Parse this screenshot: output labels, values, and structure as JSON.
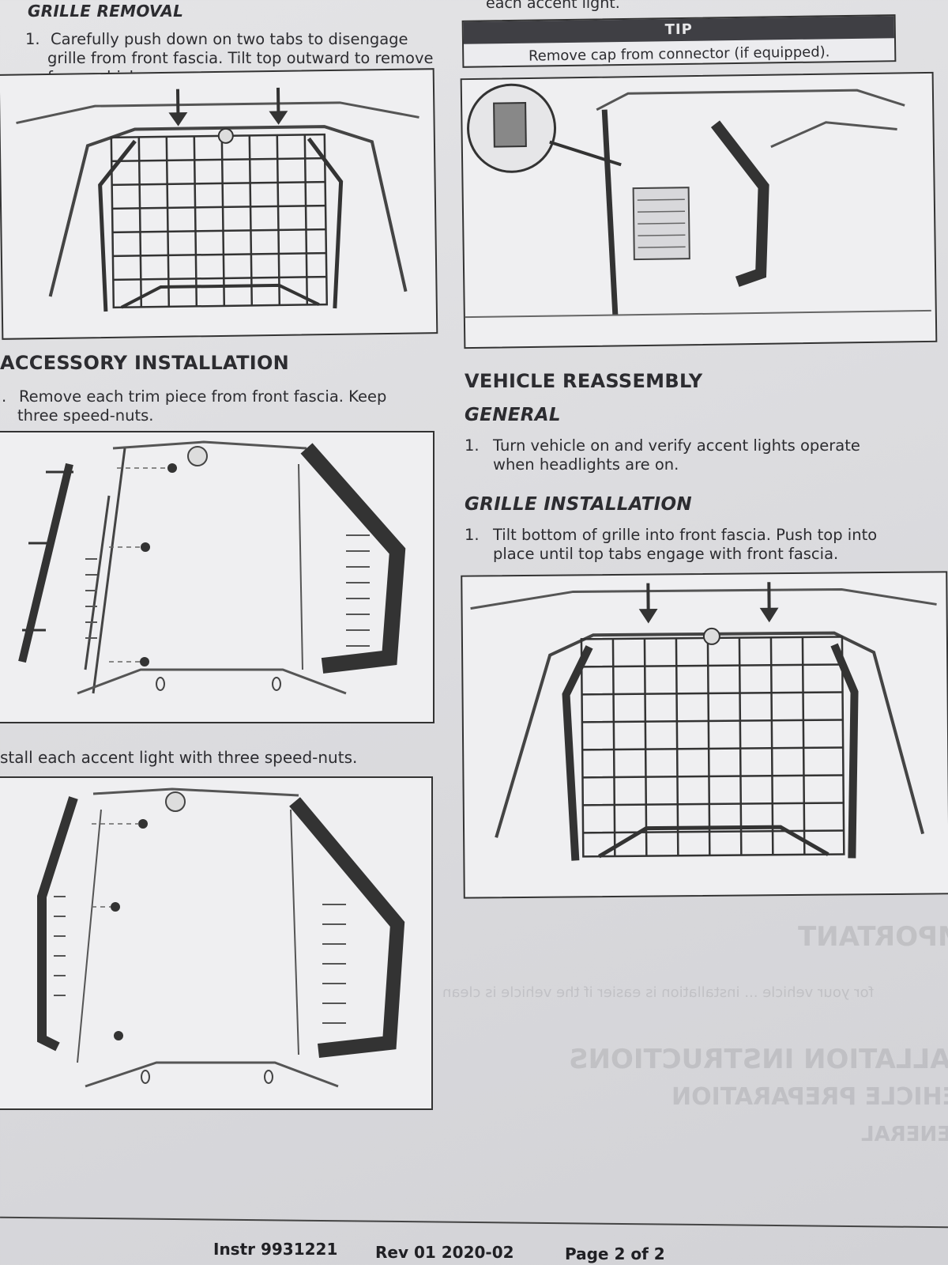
{
  "top_right_fragment": "each accent light.",
  "tip": {
    "label": "TIP",
    "text": "Remove cap from connector (if equipped)."
  },
  "grille_removal": {
    "heading": "GRILLE REMOVAL",
    "step_num": "1.",
    "step_line1": "Carefully push down on two tabs to disengage",
    "step_line2": "grille from front fascia. Tilt top outward to remove",
    "step_line3": "from vehicle."
  },
  "accessory_installation": {
    "heading": "ACCESSORY INSTALLATION",
    "step1_num": ".",
    "step1_line1": "Remove each trim piece from front fascia. Keep",
    "step1_line2": "three speed-nuts.",
    "step2_text": "stall each accent light with three speed-nuts."
  },
  "vehicle_reassembly": {
    "heading": "VEHICLE REASSEMBLY",
    "general_heading": "GENERAL",
    "general_step_num": "1.",
    "general_line1": "Turn vehicle on and verify accent lights operate",
    "general_line2": "when headlights are on.",
    "grille_heading": "GRILLE INSTALLATION",
    "grille_step_num": "1.",
    "grille_line1": "Tilt bottom of grille into front fascia. Push top into",
    "grille_line2": "place until top tabs engage with front fascia."
  },
  "footer": {
    "instr": "Instr 9931221",
    "rev": "Rev 01  2020-02",
    "page": "Page 2 of 2"
  }
}
